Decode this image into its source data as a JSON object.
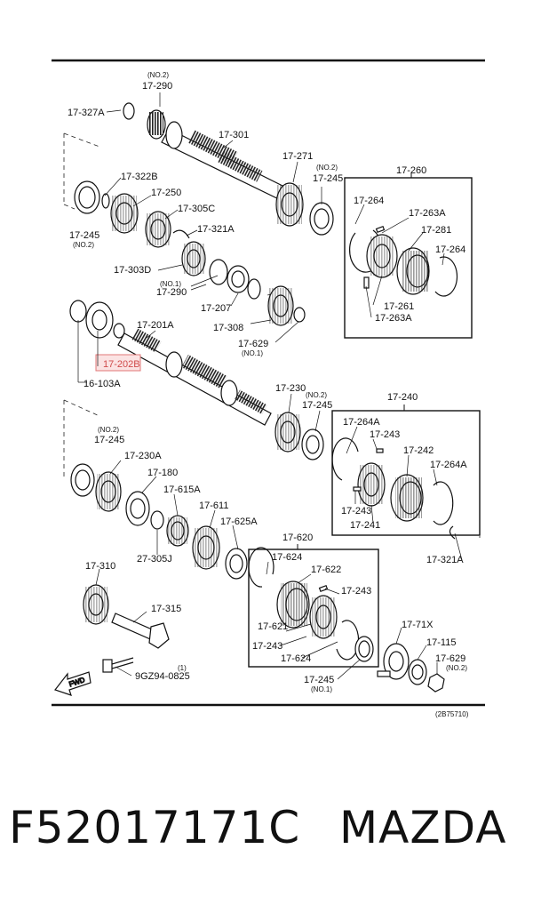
{
  "diagram": {
    "reference": "(2B75710)",
    "fwd_label": "FWD",
    "labels": {
      "l_290_no": "(NO.2)",
      "l_290": "17-290",
      "l_327a": "17-327A",
      "l_301": "17-301",
      "l_271": "17-271",
      "l_245a_no": "(NO.2)",
      "l_245a": "17-245",
      "l_260": "17-260",
      "l_322b": "17-322B",
      "l_250": "17-250",
      "l_305c": "17-305C",
      "l_321a": "17-321A",
      "l_245b": "17-245",
      "l_245b_no": "(NO.2)",
      "l_303d": "17-303D",
      "l_290b_no": "(NO.1)",
      "l_290b": "17-290",
      "l_207": "17-207",
      "l_308": "17-308",
      "l_629a": "17-629",
      "l_629a_no": "(NO.1)",
      "l_264a": "17-264",
      "l_263a_top": "17-263A",
      "l_281": "17-281",
      "l_264b": "17-264",
      "l_261": "17-261",
      "l_263a_bot": "17-263A",
      "l_201a": "17-201A",
      "l_202b": "17-202B",
      "l_103a": "16-103A",
      "l_230": "17-230",
      "l_245c_no": "(NO.2)",
      "l_245c": "17-245",
      "l_240": "17-240",
      "l_264aa": "17-264A",
      "l_243a": "17-243",
      "l_242": "17-242",
      "l_264ab": "17-264A",
      "l_243b": "17-243",
      "l_241": "17-241",
      "l_245d_no": "(NO.2)",
      "l_245d": "17-245",
      "l_230a": "17-230A",
      "l_180": "17-180",
      "l_615a": "17-615A",
      "l_611": "17-611",
      "l_625a": "17-625A",
      "l_305j": "27-305J",
      "l_620": "17-620",
      "l_321a_b": "17-321A",
      "l_310": "17-310",
      "l_315": "17-315",
      "l_bolt_no": "(1)",
      "l_bolt": "9GZ94-0825",
      "l_624a": "17-624",
      "l_622": "17-622",
      "l_243c": "17-243",
      "l_621": "17-621",
      "l_243d": "17-243",
      "l_624b": "17-624",
      "l_71x": "17-71X",
      "l_115": "17-115",
      "l_629b": "17-629",
      "l_629b_no": "(NO.2)",
      "l_245e": "17-245",
      "l_245e_no": "(NO.1)"
    }
  },
  "caption": {
    "part_number": "F52017171C",
    "brand": "MAZDA"
  }
}
